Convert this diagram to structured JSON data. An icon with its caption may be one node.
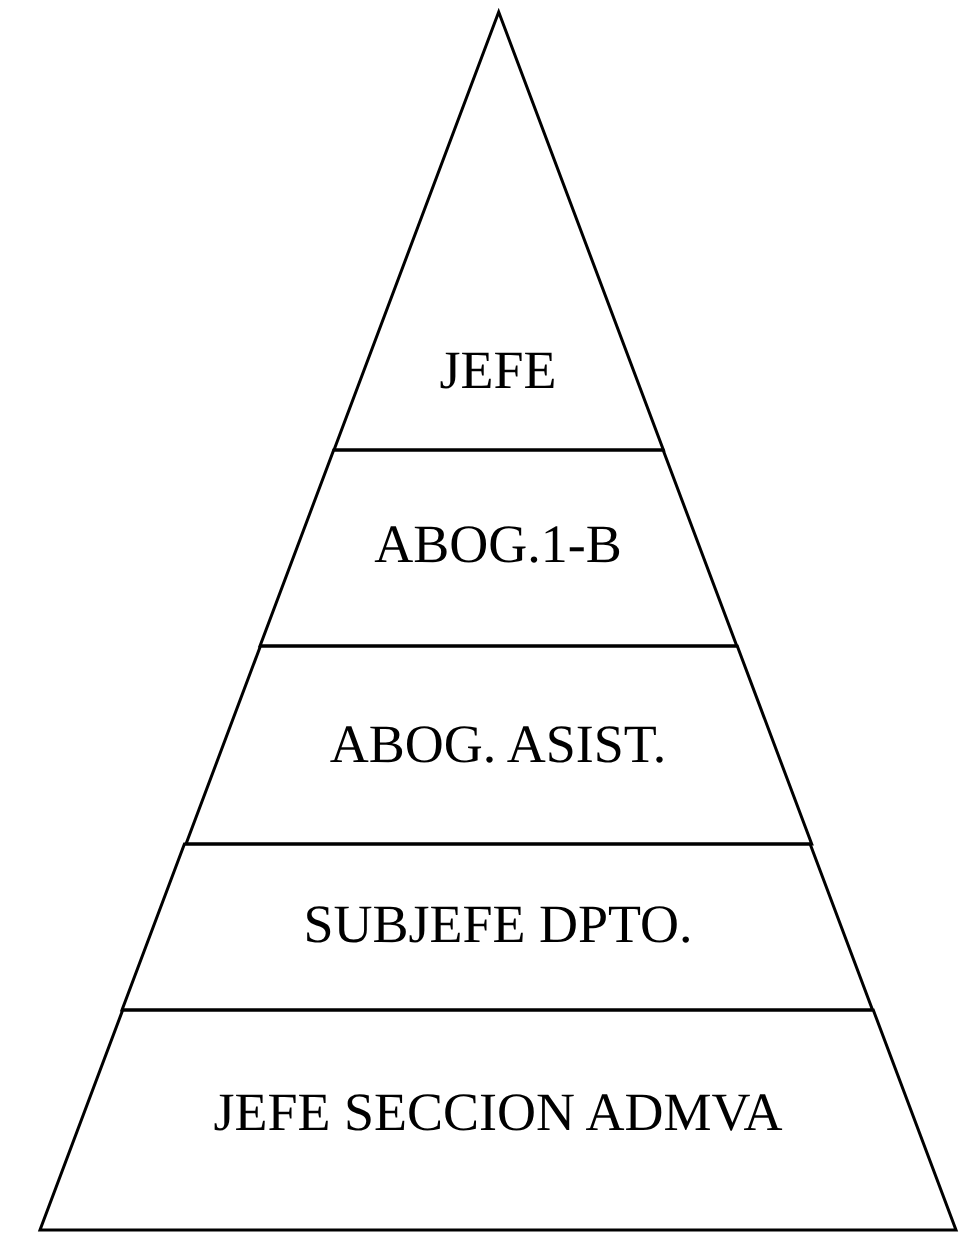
{
  "diagram": {
    "nodes": [
      {
        "text": [
          "JEFE"
        ]
      },
      {
        "text": [
          "ABOG.1-B"
        ]
      },
      {
        "text": [
          "ABOG. ASIST."
        ]
      },
      {
        "text": [
          "SUBJEFE DPTO."
        ]
      },
      {
        "text": [
          "JEFE SECCION ADMVA"
        ]
      }
    ]
  }
}
